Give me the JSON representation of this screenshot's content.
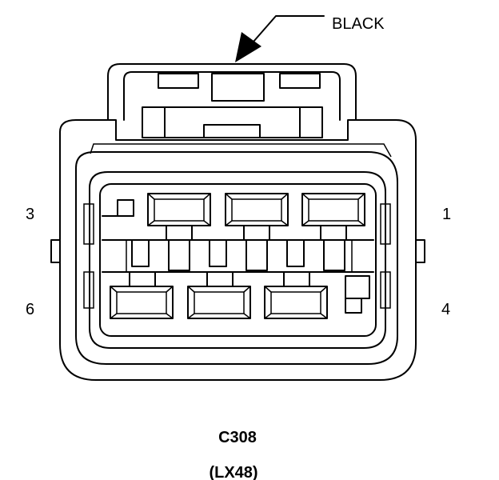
{
  "diagram": {
    "color_label": "BLACK",
    "pins": {
      "top_left": "3",
      "top_right": "1",
      "bottom_left": "6",
      "bottom_right": "4"
    },
    "connector_id": "C308",
    "option_code": "(LX48)"
  },
  "colors": {
    "line": "#000000",
    "background": "#ffffff"
  }
}
